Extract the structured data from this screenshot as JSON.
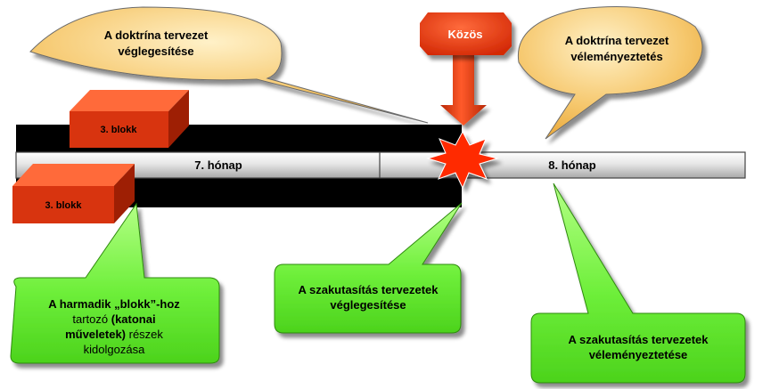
{
  "timeline": {
    "month_7": "7. hónap",
    "month_8": "8. hónap"
  },
  "blocks": {
    "upper": "3. blokk",
    "lower": "3. blokk"
  },
  "common": {
    "label": "Közös"
  },
  "callouts": {
    "finalize_doctrine": [
      "A doktrína tervezet",
      "véglegesítése"
    ],
    "review_doctrine": [
      "A doktrína tervezet",
      "véleményeztetés"
    ],
    "finalize_expert": [
      "A szakutasítás tervezetek",
      "véglegesítése"
    ],
    "review_expert": [
      "A szakutasítás tervezetek",
      "véleményeztetése"
    ],
    "third_block": {
      "line1": "A harmadik  „blokk”-hoz",
      "line2a": "tartozó ",
      "line2b": "(katonai",
      "line3a": "műveletek)",
      "line3b": "  részek",
      "line4": "kidolgozása"
    }
  },
  "colors": {
    "yellow_callout": "#f5c56b",
    "green_callout": "#7cf04b",
    "block_red": "#d8340f",
    "arrow_red": "#e23b10",
    "burst_red": "#ff2a00",
    "bar_gray": "#d9d9d9",
    "black_band": "#000000"
  }
}
